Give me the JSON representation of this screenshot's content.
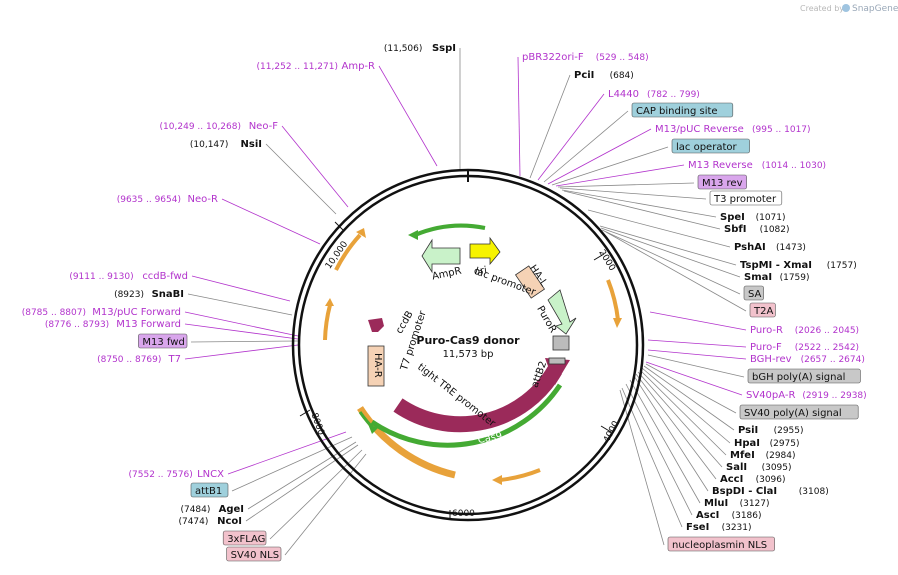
{
  "credit": {
    "text": "Created by",
    "brand": "SnapGene"
  },
  "plasmid": {
    "name": "Puro-Cas9 donor",
    "size": "11,573 bp"
  },
  "ticks": [
    "2000",
    "4000",
    "6000",
    "8000",
    "10,000"
  ],
  "features": {
    "ha_l": "HA-L",
    "ha_r": "HA-R",
    "cas9": "Cas9",
    "ampr": "AmpR",
    "ori": "ori",
    "ccdb": "ccdB",
    "purer": "PuroR",
    "attb2": "attB2",
    "lac_promoter": "lac promoter",
    "t7_promoter": "T7 promoter",
    "tight_tre": "tight TRE promoter"
  },
  "left_labels": [
    {
      "coord": "(11,506)",
      "name": "SspI",
      "type": "enzyme"
    },
    {
      "coord": "(11,252 .. 11,271)",
      "name": "Amp-R",
      "type": "primer"
    },
    {
      "coord": "(10,249 .. 10,268)",
      "name": "Neo-F",
      "type": "primer"
    },
    {
      "coord": "(10,147)",
      "name": "NsiI",
      "type": "enzyme"
    },
    {
      "coord": "(9635 .. 9654)",
      "name": "Neo-R",
      "type": "primer"
    },
    {
      "coord": "(9111 .. 9130)",
      "name": "ccdB-fwd",
      "type": "primer"
    },
    {
      "coord": "(8923)",
      "name": "SnaBI",
      "type": "enzyme"
    },
    {
      "coord": "(8785 .. 8807)",
      "name": "M13/pUC Forward",
      "type": "primer"
    },
    {
      "coord": "(8776 .. 8793)",
      "name": "M13 Forward",
      "type": "primer"
    },
    {
      "coord": "",
      "name": "M13 fwd",
      "type": "box-purple"
    },
    {
      "coord": "(8750 .. 8769)",
      "name": "T7",
      "type": "primer"
    },
    {
      "coord": "(7552 .. 7576)",
      "name": "LNCX",
      "type": "primer"
    },
    {
      "coord": "",
      "name": "attB1",
      "type": "box-teal"
    },
    {
      "coord": "(7484)",
      "name": "AgeI",
      "type": "enzyme"
    },
    {
      "coord": "(7474)",
      "name": "NcoI",
      "type": "enzyme"
    },
    {
      "coord": "",
      "name": "3xFLAG",
      "type": "box-pink"
    },
    {
      "coord": "",
      "name": "SV40 NLS",
      "type": "box-pink"
    }
  ],
  "right_labels": [
    {
      "name": "pBR322ori-F",
      "coord": "(529 .. 548)",
      "type": "primer"
    },
    {
      "name": "PciI",
      "coord": "(684)",
      "type": "enzyme"
    },
    {
      "name": "L4440",
      "coord": "(782 .. 799)",
      "type": "primer"
    },
    {
      "name": "CAP binding site",
      "coord": "",
      "type": "box-teal"
    },
    {
      "name": "M13/pUC Reverse",
      "coord": "(995 .. 1017)",
      "type": "primer"
    },
    {
      "name": "lac operator",
      "coord": "",
      "type": "box-teal"
    },
    {
      "name": "M13 Reverse",
      "coord": "(1014 .. 1030)",
      "type": "primer"
    },
    {
      "name": "M13 rev",
      "coord": "",
      "type": "box-purple"
    },
    {
      "name": "T3 promoter",
      "coord": "",
      "type": "box-white"
    },
    {
      "name": "SpeI",
      "coord": "(1071)",
      "type": "enzyme"
    },
    {
      "name": "SbfI",
      "coord": "(1082)",
      "type": "enzyme"
    },
    {
      "name": "PshAI",
      "coord": "(1473)",
      "type": "enzyme"
    },
    {
      "name": "TspMI - XmaI",
      "coord": "(1757)",
      "type": "enzyme"
    },
    {
      "name": "SmaI",
      "coord": "(1759)",
      "type": "enzyme"
    },
    {
      "name": "SA",
      "coord": "",
      "type": "box-gray"
    },
    {
      "name": "T2A",
      "coord": "",
      "type": "box-pink"
    },
    {
      "name": "Puro-R",
      "coord": "(2026 .. 2045)",
      "type": "primer"
    },
    {
      "name": "Puro-F",
      "coord": "(2522 .. 2542)",
      "type": "primer"
    },
    {
      "name": "BGH-rev",
      "coord": "(2657 .. 2674)",
      "type": "primer"
    },
    {
      "name": "bGH poly(A) signal",
      "coord": "",
      "type": "box-gray"
    },
    {
      "name": "SV40pA-R",
      "coord": "(2919 .. 2938)",
      "type": "primer"
    },
    {
      "name": "SV40 poly(A) signal",
      "coord": "",
      "type": "box-gray"
    },
    {
      "name": "PsiI",
      "coord": "(2955)",
      "type": "enzyme"
    },
    {
      "name": "HpaI",
      "coord": "(2975)",
      "type": "enzyme"
    },
    {
      "name": "MfeI",
      "coord": "(2984)",
      "type": "enzyme"
    },
    {
      "name": "SalI",
      "coord": "(3095)",
      "type": "enzyme"
    },
    {
      "name": "AccI",
      "coord": "(3096)",
      "type": "enzyme"
    },
    {
      "name": "BspDI - ClaI",
      "coord": "(3108)",
      "type": "enzyme"
    },
    {
      "name": "MluI",
      "coord": "(3127)",
      "type": "enzyme"
    },
    {
      "name": "AscI",
      "coord": "(3186)",
      "type": "enzyme"
    },
    {
      "name": "FseI",
      "coord": "(3231)",
      "type": "enzyme"
    },
    {
      "name": "nucleoplasmin NLS",
      "coord": "",
      "type": "box-pink"
    }
  ],
  "colors": {
    "primer": "#b233cc",
    "enzyme_line": "#888888",
    "box_teal": "#9fd0dc",
    "box_purple": "#d9a6ec",
    "box_pink": "#f2c2cc",
    "box_gray": "#c8c8c8",
    "cas9": "#9b2a5a",
    "orange_arrow": "#e8a23a",
    "green_arrow": "#44aa33"
  }
}
